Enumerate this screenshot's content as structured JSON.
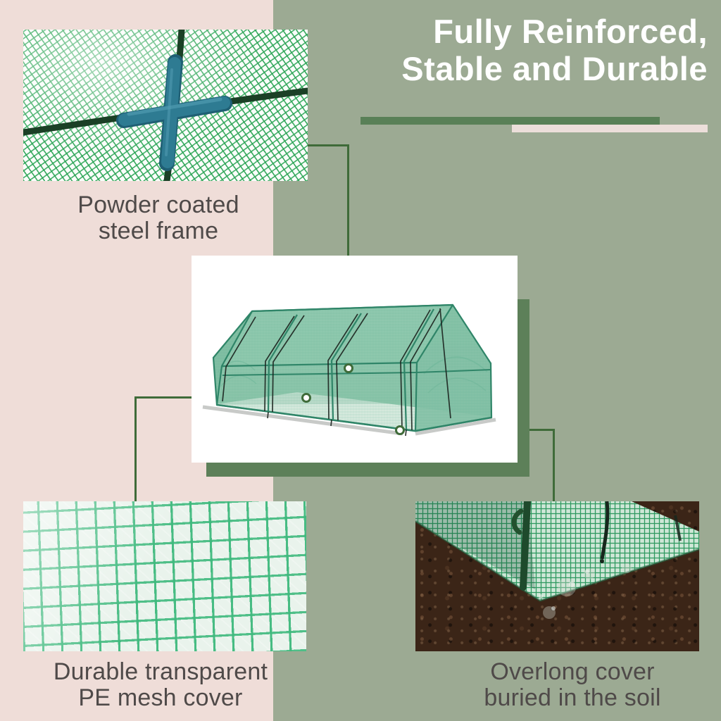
{
  "heading": {
    "line1": "Fully Reinforced,",
    "line2": "Stable and Durable"
  },
  "features": [
    {
      "id": "powder-coated-steel-frame",
      "caption": [
        "Powder coated",
        "steel frame"
      ]
    },
    {
      "id": "pe-mesh-cover",
      "caption": [
        "Durable transparent",
        "PE mesh cover"
      ]
    },
    {
      "id": "overlong-buried-cover",
      "caption": [
        "Overlong cover",
        "buried in the soil"
      ]
    }
  ],
  "product": {
    "name": "mini tunnel greenhouse illustration"
  },
  "colors": {
    "bg_pink": "#efddd8",
    "bg_sage": "#9caa93",
    "heading_white": "#ffffff",
    "caption_gray": "#4f4a49",
    "bar_green": "#598057",
    "bar_pink": "#ecdeda",
    "line_green": "#3f6b39",
    "shadow_green": "#5d8059",
    "soil_brown": "#3b2517",
    "mesh_green": "#2ca556",
    "greenhouse_teal": "#8cc7ab",
    "tube_dark_green": "#1b4026",
    "cross_connector_blue": "#2e7b92"
  }
}
